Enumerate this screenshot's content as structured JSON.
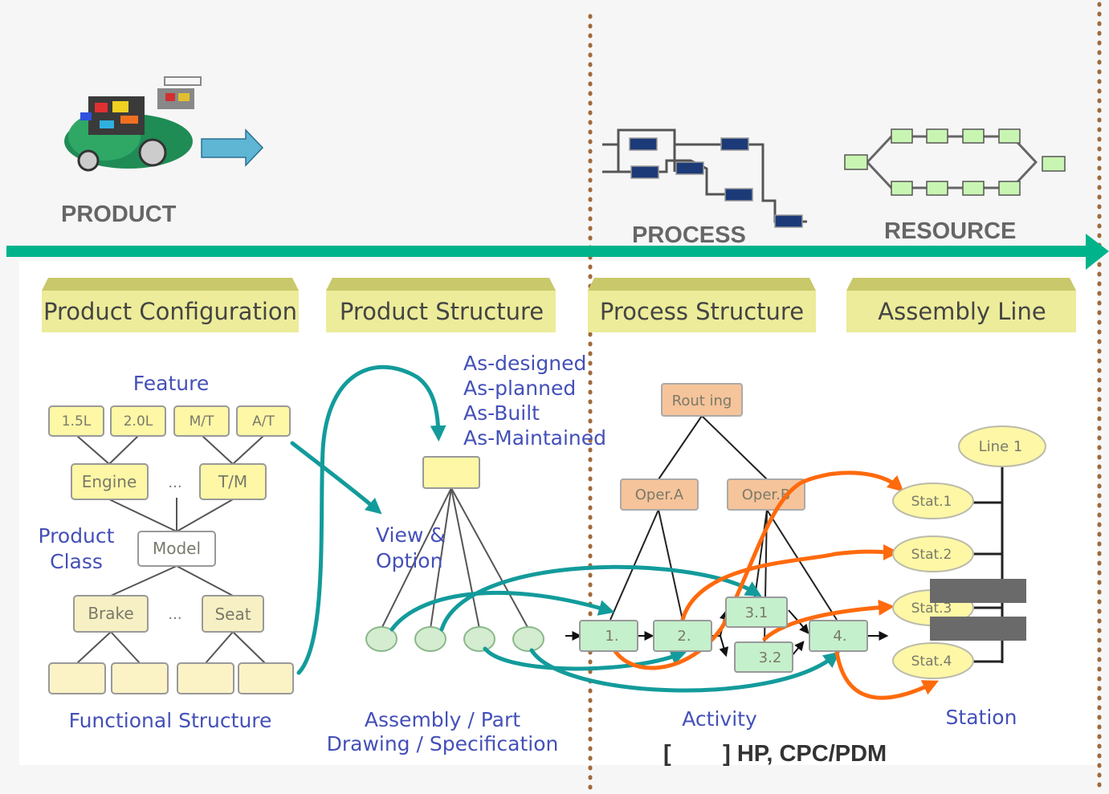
{
  "top_labels": {
    "product": "PRODUCT",
    "process": "PROCESS",
    "resource": "RESOURCE"
  },
  "headers": [
    "Product Configuration",
    "Product Structure",
    "Process Structure",
    "Assembly Line"
  ],
  "config": {
    "feature": "Feature",
    "options": [
      "1.5L",
      "2.0L",
      "M/T",
      "A/T"
    ],
    "engine": "Engine",
    "tm": "T/M",
    "dots1": "...",
    "model": "Model",
    "product_class_1": "Product",
    "product_class_2": "Class",
    "brake": "Brake",
    "dots2": "...",
    "seat": "Seat",
    "functional": "Functional Structure"
  },
  "structure": {
    "states": [
      "As-designed",
      "As-planned",
      "As-Built",
      "As-Maintained"
    ],
    "view_1": "View &",
    "view_2": "Option",
    "caption_1": "Assembly / Part",
    "caption_2": "Drawing / Specification"
  },
  "process": {
    "routing": "Rout ing",
    "oper_a": "Oper.A",
    "oper_b": "Oper.B",
    "act1": "1.",
    "act2": "2.",
    "act31": "3.1",
    "act32": "3.2",
    "act4": "4.",
    "activity": "Activity"
  },
  "line": {
    "line1": "Line 1",
    "stations": [
      "Stat.1",
      "Stat.2",
      "Stat.3",
      "Stat.4"
    ],
    "station": "Station"
  },
  "source": "[        ] HP, CPC/PDM",
  "colors": {
    "teal_arrow": "#00b38a",
    "teal_curve": "#139b9b",
    "orange_curve": "#ff6a0d",
    "yellow_node": "#fdf7a6",
    "salmon_node": "#f6c49a",
    "green_node": "#c5f0cc",
    "oval_node": "#d4ecd0",
    "header_fill": "#ecec9a",
    "dotted_line": "#a06a3a"
  }
}
